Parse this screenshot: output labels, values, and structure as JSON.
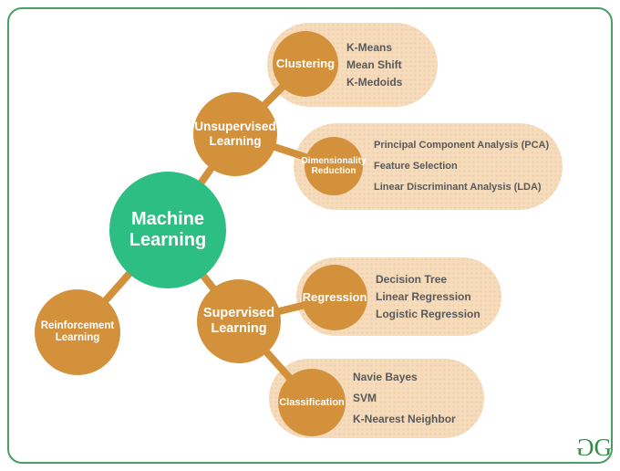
{
  "root": {
    "label": "Machine Learning"
  },
  "branches": {
    "unsupervised": {
      "label": "Unsupervised Learning"
    },
    "supervised": {
      "label": "Supervised Learning"
    },
    "reinforcement": {
      "label": "Reinforcement Learning"
    }
  },
  "leaves": {
    "clustering": {
      "label": "Clustering",
      "items": [
        "K-Means",
        "Mean Shift",
        "K-Medoids"
      ]
    },
    "dimensionality": {
      "label": "Dimensionality Reduction",
      "items": [
        "Principal Component Analysis (PCA)",
        "Feature Selection",
        "Linear Discriminant Analysis (LDA)"
      ]
    },
    "regression": {
      "label": "Regression",
      "items": [
        "Decision Tree",
        "Linear Regression",
        "Logistic Regression"
      ]
    },
    "classification": {
      "label": "Classification",
      "items": [
        "Navie Bayes",
        "SVM",
        "K-Nearest Neighbor"
      ]
    }
  },
  "logo": {
    "letter1": "G",
    "letter2": "G"
  },
  "colors": {
    "root_green": "#2dbe83",
    "node_orange": "#d4913c",
    "connector_orange": "#d2903a",
    "pill_peach": "#f6dcbd",
    "item_text": "#58595b",
    "frame_border": "#4a9d64",
    "logo_green": "#2f8d46"
  }
}
